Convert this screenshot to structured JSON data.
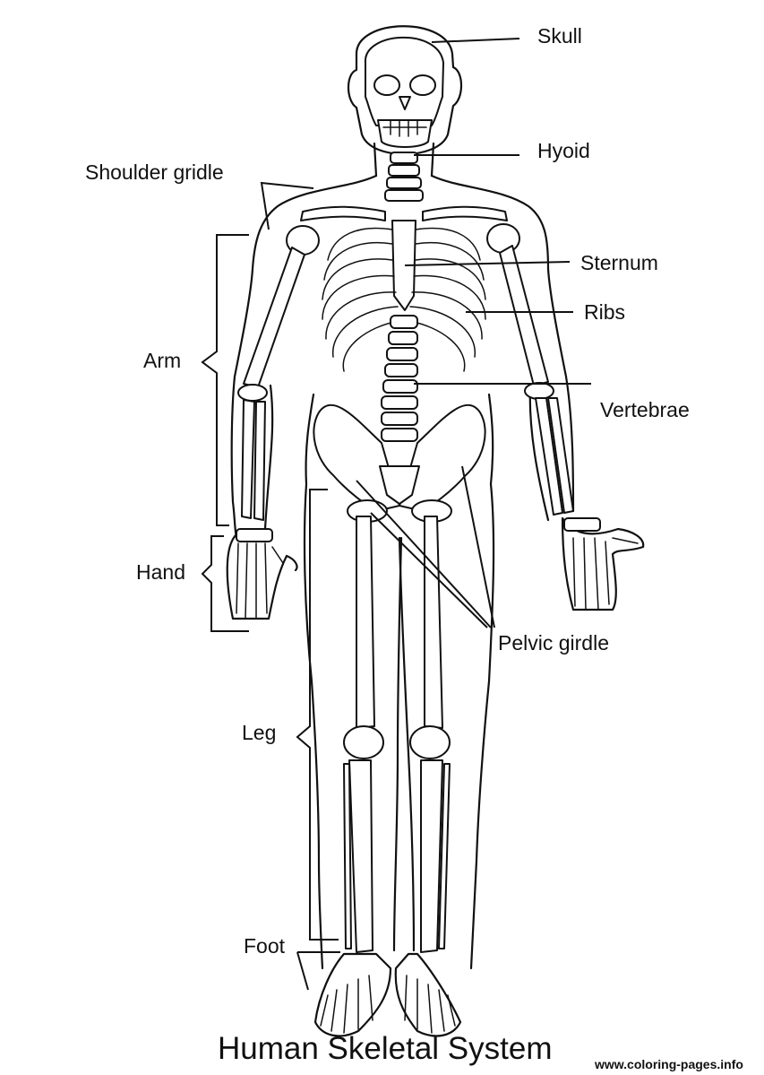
{
  "title": "Human Skeletal System",
  "watermark": "www.coloring-pages.info",
  "labels": {
    "skull": "Skull",
    "hyoid": "Hyoid",
    "shoulder": "Shoulder gridle",
    "sternum": "Sternum",
    "ribs": "Ribs",
    "arm": "Arm",
    "vertebrae": "Vertebrae",
    "hand": "Hand",
    "pelvic": "Pelvic girdle",
    "leg": "Leg",
    "foot": "Foot"
  }
}
